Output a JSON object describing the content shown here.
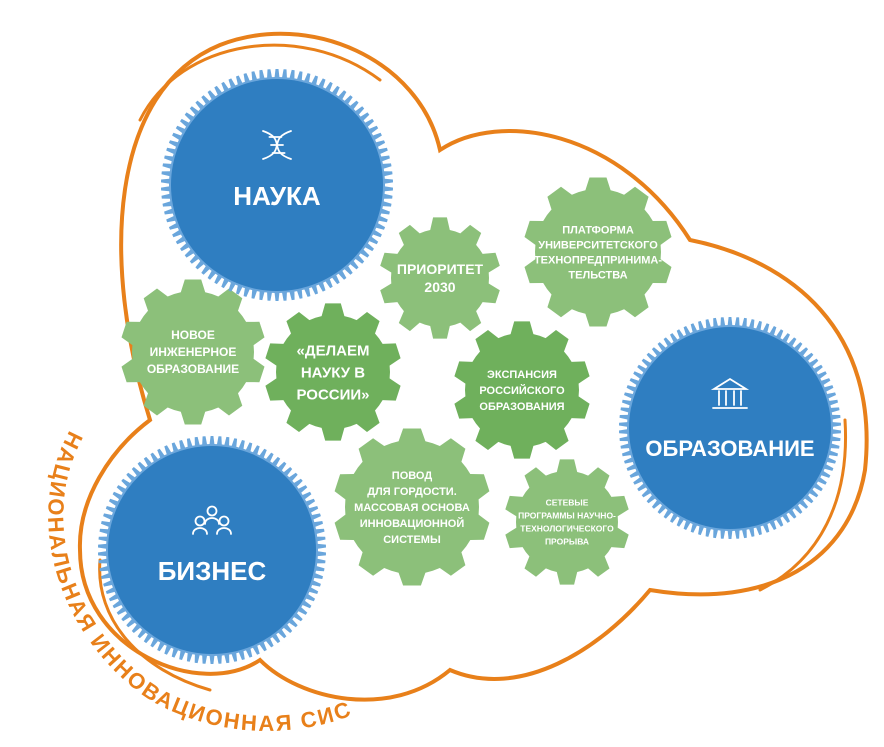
{
  "colors": {
    "orange": "#e8801a",
    "blue": "#2f7ec1",
    "blue_teeth": "#6aa6dc",
    "green_light": "#8cc07a",
    "green_mid": "#6fb05c",
    "white": "#ffffff"
  },
  "frame_label": "НАЦИОНАЛЬНАЯ ИННОВАЦИОННАЯ СИСТЕМА",
  "hubs": {
    "nauka": {
      "label": "НАУКА",
      "icon": "dna-icon"
    },
    "obrazovanie": {
      "label": "ОБРАЗОВАНИЕ",
      "icon": "building-icon"
    },
    "biznes": {
      "label": "БИЗНЕС",
      "icon": "people-icon"
    }
  },
  "gears": {
    "prioritet": [
      "ПРИОРИТЕТ",
      "2030"
    ],
    "platforma": [
      "ПЛАТФОРМА",
      "УНИВЕРСИТЕТСКОГО",
      "ТЕХНОПРЕДПРИНИМА-",
      "ТЕЛЬСТВА"
    ],
    "inzhener": [
      "НОВОЕ",
      "ИНЖЕНЕРНОЕ",
      "ОБРАЗОВАНИЕ"
    ],
    "delaem": [
      "«ДЕЛАЕМ",
      "НАУКУ В",
      "РОССИИ»"
    ],
    "ekspansiya": [
      "ЭКСПАНСИЯ",
      "РОССИЙСКОГО",
      "ОБРАЗОВАНИЯ"
    ],
    "povod": [
      "ПОВОД",
      "ДЛЯ ГОРДОСТИ.",
      "МАССОВАЯ ОСНОВА",
      "ИННОВАЦИОННОЙ",
      "СИСТЕМЫ"
    ],
    "setevye": [
      "СЕТЕВЫЕ",
      "ПРОГРАММЫ НАУЧНО-",
      "ТЕХНОЛОГИЧЕСКОГО",
      "ПРОРЫВА"
    ]
  }
}
